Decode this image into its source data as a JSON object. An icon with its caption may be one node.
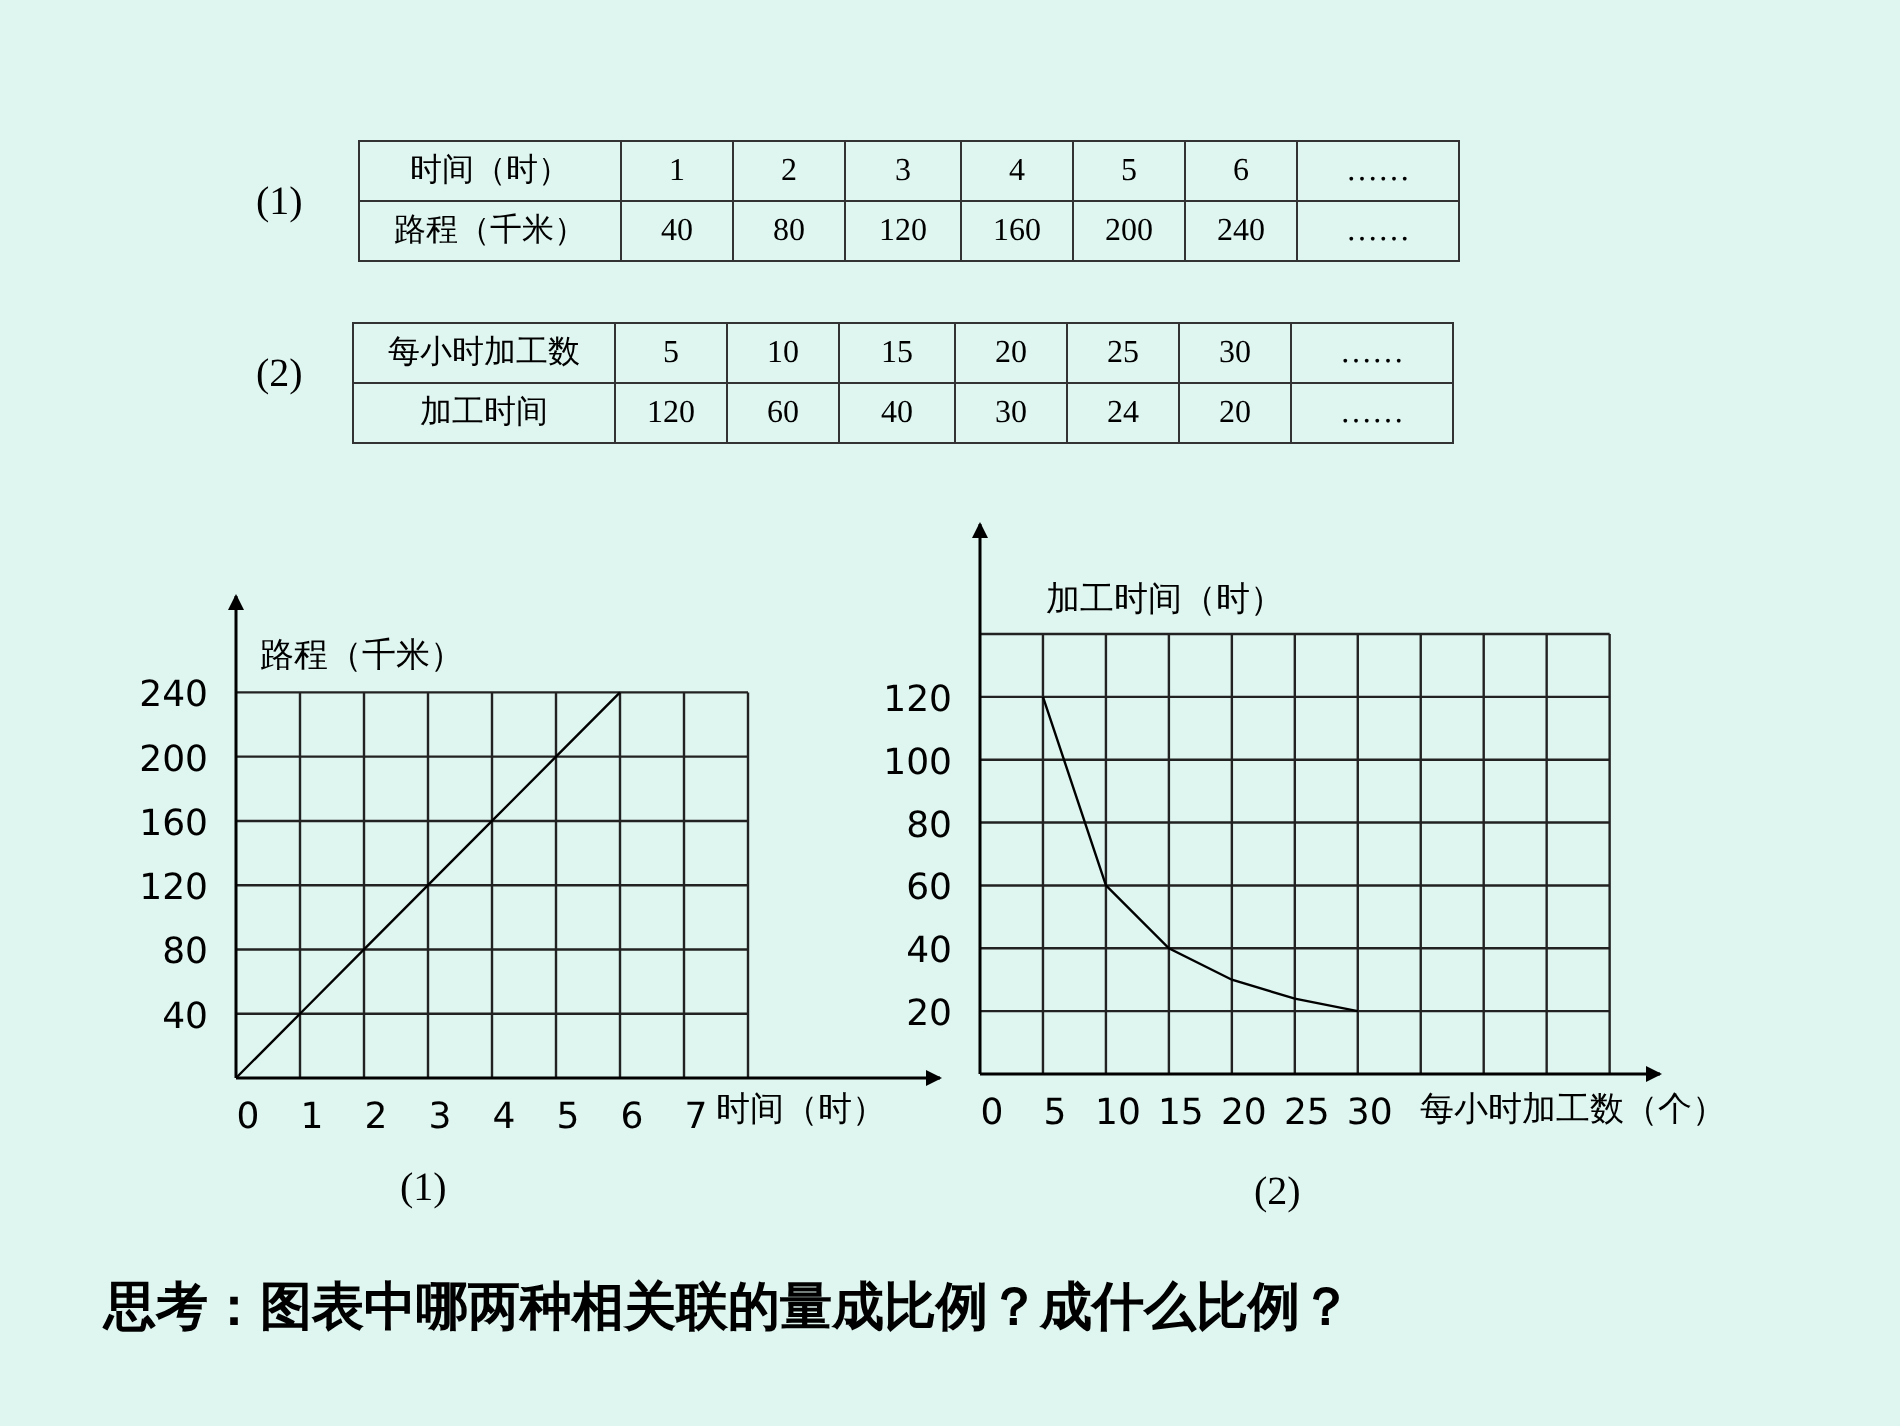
{
  "diagram": {
    "caption": "思考：图表中哪两种相关联的量成比例？成什么比例？",
    "labels": [
      "(1)",
      "时间（时）",
      "1",
      "2",
      "3",
      "4",
      "5",
      "6",
      "……",
      "路程（千米）",
      "40",
      "80",
      "120",
      "160",
      "200",
      "240",
      "……",
      "(2)",
      "每小时加工数",
      "5",
      "10",
      "15",
      "20",
      "25",
      "30",
      "……",
      "加工时间",
      "120",
      "60",
      "40",
      "30",
      "24",
      "20",
      "……",
      "(1)",
      "(2)"
    ],
    "chart_data": [
      {
        "type": "line",
        "xlabel": "时间（时）",
        "ylabel": "路程（千米）",
        "x": [
          0,
          1,
          2,
          3,
          4,
          5,
          6
        ],
        "series": [
          {
            "color": "#000000",
            "values": [
              0,
              40,
              80,
              120,
              160,
              200,
              240
            ]
          }
        ],
        "xlim": [
          0,
          11
        ],
        "ylim": [
          0,
          300
        ],
        "grid": true,
        "xticks": [
          0,
          1,
          2,
          3,
          4,
          5,
          6,
          7
        ],
        "yticks": [
          40,
          80,
          120,
          160,
          200,
          240
        ]
      },
      {
        "type": "line",
        "xlabel": "每小时加工数（个）",
        "ylabel": "加工时间（时）",
        "x": [
          5,
          10,
          15,
          20,
          25,
          30
        ],
        "series": [
          {
            "color": "#000000",
            "values": [
              120,
              60,
              40,
              30,
              24,
              20
            ]
          }
        ],
        "xlim": [
          0,
          54
        ],
        "ylim": [
          0,
          175
        ],
        "grid": true,
        "xticks": [
          0,
          5,
          10,
          15,
          20,
          25,
          30
        ],
        "yticks": [
          20,
          40,
          60,
          80,
          100,
          120
        ]
      }
    ]
  }
}
